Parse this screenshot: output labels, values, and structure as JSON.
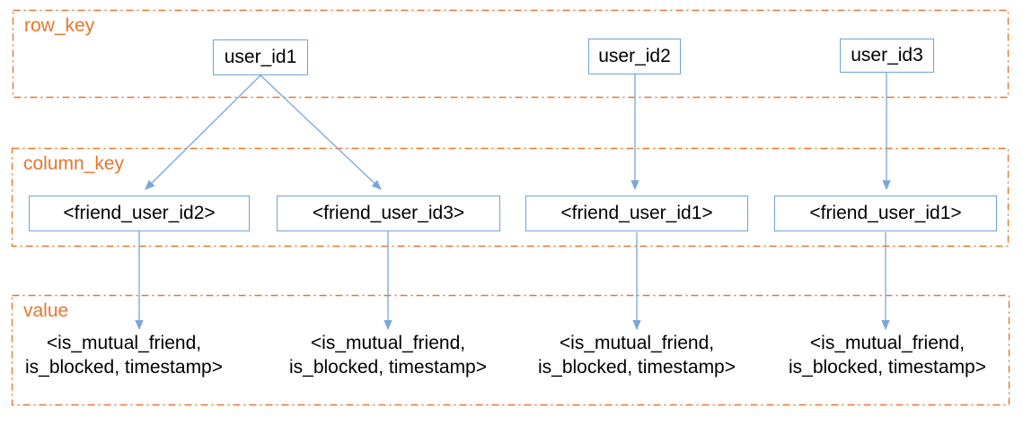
{
  "colors": {
    "band_orange": "#e5772e",
    "box_blue": "#6fa3d9",
    "arrow_blue": "#7aa7d9",
    "text_black": "#000000"
  },
  "bands": {
    "row_key": {
      "label": "row_key"
    },
    "column_key": {
      "label": "column_key"
    },
    "value": {
      "label": "value"
    }
  },
  "row_keys": [
    {
      "label": "user_id1"
    },
    {
      "label": "user_id2"
    },
    {
      "label": "user_id3"
    }
  ],
  "column_keys": [
    {
      "label": "<friend_user_id2>"
    },
    {
      "label": "<friend_user_id3>"
    },
    {
      "label": "<friend_user_id1>"
    },
    {
      "label": "<friend_user_id1>"
    }
  ],
  "values": [
    {
      "line1": "<is_mutual_friend,",
      "line2": "is_blocked, timestamp>"
    },
    {
      "line1": "<is_mutual_friend,",
      "line2": "is_blocked, timestamp>"
    },
    {
      "line1": "<is_mutual_friend,",
      "line2": "is_blocked, timestamp>"
    },
    {
      "line1": "<is_mutual_friend,",
      "line2": "is_blocked, timestamp>"
    }
  ]
}
